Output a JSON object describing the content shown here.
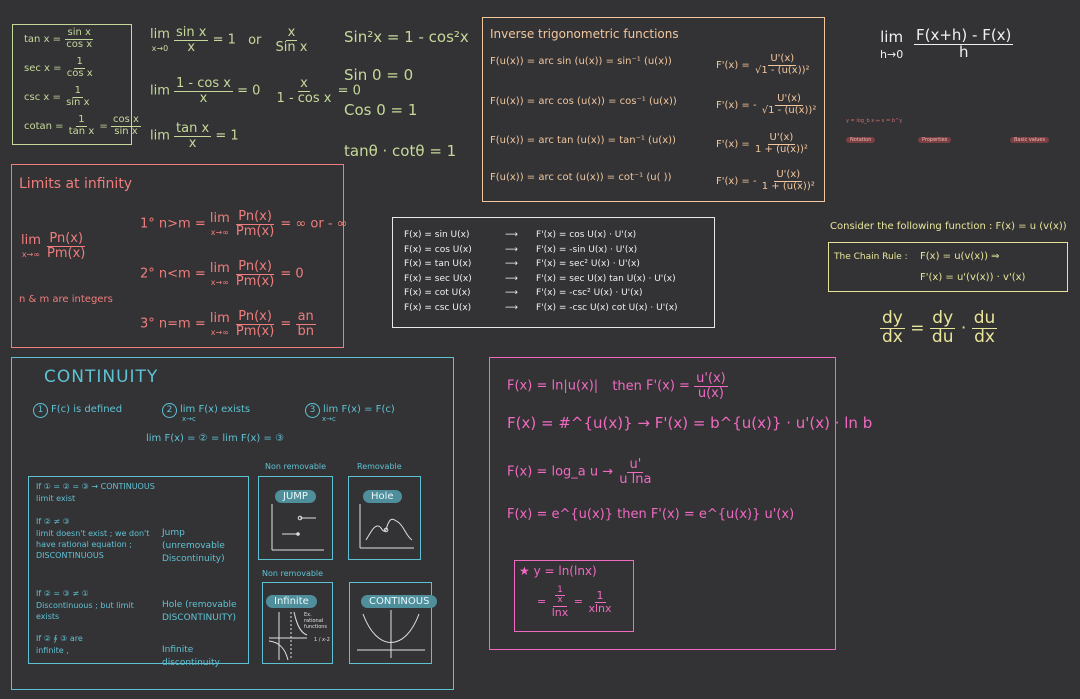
{
  "identities": {
    "tan": "tan x =",
    "sin_x": "sin x",
    "cos_x": "cos x",
    "sec": "sec x =",
    "csc": "csc x =",
    "cot": "cotan =",
    "one": "1",
    "sin_over_cos": "sin x",
    "cos_over_sin": "cos x",
    "tan_x": "tan x"
  },
  "limits": {
    "lim": "lim",
    "x_to_0": "x→0",
    "l1_num": "sin x",
    "l1_den": "x",
    "l1_val": "= 1",
    "or": "or",
    "l1b_num": "x",
    "l1b_den": "Sin x",
    "l2_num": "1 - cos x",
    "l2_den": "x",
    "l2_val": "= 0",
    "l2b_num": "x",
    "l2b_den": "1 - cos x",
    "l2b_val": "= 0",
    "l3_num": "tan x",
    "l3_den": "x",
    "l3_val": "= 1"
  },
  "trig_basics": {
    "sin2": "Sin²x = 1 - cos²x",
    "sin0": "Sin 0 = 0",
    "cos0": "Cos 0 = 1",
    "tancot": "tanθ · cotθ = 1"
  },
  "inverse": {
    "title": "Inverse trigonometric functions",
    "rows": [
      {
        "lhs": "F(u(x)) = arc sin (u(x)) = sin⁻¹ (u(x))",
        "rhs_pre": "F'(x) =",
        "num": "U'(x)",
        "den": "√1 - (u(x))²"
      },
      {
        "lhs": "F(u(x)) = arc cos (u(x)) = cos⁻¹ (u(x))",
        "rhs_pre": "F'(x) = -",
        "num": "U'(x)",
        "den": "√1 - (u(x))²"
      },
      {
        "lhs": "F(u(x)) = arc tan (u(x)) = tan⁻¹ (u(x))",
        "rhs_pre": "F'(x) =",
        "num": "U'(x)",
        "den": "1 + (u(x))²"
      },
      {
        "lhs": "F(u(x)) = arc cot (u(x)) = cot⁻¹ (u( ))",
        "rhs_pre": "F'(x) = -",
        "num": "U'(x)",
        "den": "1 + (u(x))²"
      }
    ]
  },
  "deriv_def": {
    "lim": "lim",
    "h_to_0": "h→0",
    "num": "F(x+h) - F(x)",
    "den": "h"
  },
  "infinity": {
    "title": "Limits at infinity",
    "lim": "lim",
    "x_inf": "x→∞",
    "pn": "Pn(x)",
    "pm": "Pm(x)",
    "note": "n & m are integers",
    "c1_label": "1°",
    "c1_cond": "n>m =",
    "c1_val": "= ∞ or - ∞",
    "c2_label": "2°",
    "c2_cond": "n<m =",
    "c2_val": "= 0",
    "c3_label": "3°",
    "c3_cond": "n=m =",
    "c3_num": "an",
    "c3_den": "bn",
    "lim_inf_sub": "x→∞"
  },
  "deriv_table": {
    "rows": [
      {
        "lhs": "F(x) = sin U(x)",
        "rhs": "F'(x) = cos U(x) · U'(x)"
      },
      {
        "lhs": "F(x) = cos U(x)",
        "rhs": "F'(x) = -sin U(x) · U'(x)"
      },
      {
        "lhs": "F(x) = tan U(x)",
        "rhs": "F'(x) = sec² U(x) · U'(x)"
      },
      {
        "lhs": "F(x) = sec U(x)",
        "rhs": "F'(x) = sec U(x) tan U(x) · U'(x)"
      },
      {
        "lhs": "F(x) = cot U(x)",
        "rhs": "F'(x) = -csc² U(x) · U'(x)"
      },
      {
        "lhs": "F(x) = csc U(x)",
        "rhs": "F'(x) = -csc U(x) cot U(x) · U'(x)"
      }
    ],
    "arrow": "⟶"
  },
  "chain": {
    "consider": "Consider the following function : F(x) = u (v(x))",
    "title": "The Chain Rule :",
    "l1": "F(x) = u(v(x)) ⇒",
    "l2": "F'(x) = u'(v(x)) · v'(x)",
    "dy": "dy",
    "dx": "dx",
    "du": "du"
  },
  "logs": {
    "header": "y = log_b x ⇔ x = b^y",
    "notation": "Notation",
    "properties": "Properties",
    "basic": "Basic values"
  },
  "continuity": {
    "title": "CONTINUITY",
    "c1": "F(c) is defined",
    "c2": "lim F(x) exists",
    "c3": "lim F(x) = F(c)",
    "x_to_c": "x→c",
    "onesided": "lim F(x) = ② = lim F(x) = ③",
    "nonremovable": "Non removable",
    "removable": "Removable",
    "jump": "JUMP",
    "hole": "Hole",
    "infinite": "Infinite",
    "continous": "CONTINOUS",
    "nonremovable2": "Non removable",
    "ex_label": "Ex. rational functions",
    "ex_frac": "1 / x-2",
    "cases": [
      {
        "cond": "If ① = ② = ③ → CONTINUOUS",
        "sub": "limit exist",
        "result": ""
      },
      {
        "cond": "If ② ≠ ③",
        "sub": "limit doesn't exist ; we don't have rational equation ; DISCONTINUOUS",
        "result": "Jump (unremovable Discontinuity)"
      },
      {
        "cond": "If ② = ③ ≠ ①",
        "sub": "Discontinuous ; but limit exists",
        "result": "Hole (removable DISCONTINUITY)"
      },
      {
        "cond": "If ② ∮ ③ are",
        "sub": "infinite ,",
        "result": "Infinite discontinuity"
      }
    ]
  },
  "logrules": {
    "r1_lhs": "F(x) = ln|u(x)|",
    "then": "then",
    "r1_rhs": "F'(x) =",
    "r1_num": "u'(x)",
    "r1_den": "u(x)",
    "r2": "F(x) = #^{u(x)} → F'(x) = b^{u(x)} · u'(x) · ln b",
    "r3_lhs": "F(x) = log_a u →",
    "r3_num": "u'",
    "r3_den": "u lna",
    "r4": "F(x) = e^{u(x)} then F'(x) = e^{u(x)} u'(x)",
    "ex_title": "★ y = ln(lnx)",
    "ex_eq": "=",
    "ex_num": "1",
    "ex_inner_num": "x",
    "ex_den": "lnx",
    "ex_eq2": "=",
    "ex_r_num": "1",
    "ex_r_den": "xlnx"
  },
  "colors": {
    "bg": "#333335",
    "green": "#c6d99a",
    "yellow": "#e8e59a",
    "orange": "#f2c79e",
    "red": "#f07d7d",
    "teal": "#5fc2d4",
    "magenta": "#f06ac2"
  }
}
